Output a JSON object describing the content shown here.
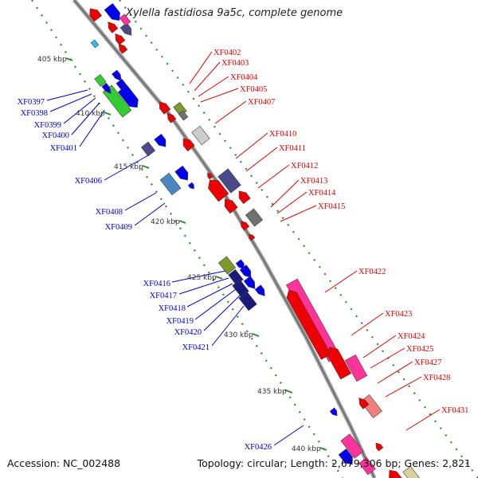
{
  "title": "Xylella fastidiosa 9a5c, complete genome",
  "accession": "Accession: NC_002488",
  "topology": "Topology: circular; Length: 2,679,306 bp; Genes: 2,821",
  "kbp_ticks": [
    "405 kbp",
    "410 kbp",
    "415 kbp",
    "420 kbp",
    "425 kbp",
    "430 kbp",
    "435 kbp",
    "440 kbp"
  ],
  "gene_labels_left": [
    "XF0397",
    "XF0398",
    "XF0399",
    "XF0400",
    "XF0401",
    "XF0406",
    "XF0408",
    "XF0409",
    "XF0416",
    "XF0417",
    "XF0418",
    "XF0419",
    "XF0420",
    "XF0421",
    "XF0426"
  ],
  "gene_labels_right": [
    "XF0402",
    "XF0403",
    "XF0404",
    "XF0405",
    "XF0407",
    "XF0410",
    "XF0411",
    "XF0412",
    "XF0413",
    "XF0414",
    "XF0415",
    "XF0422",
    "XF0423",
    "XF0424",
    "XF0425",
    "XF0427",
    "XF0428",
    "XF0431"
  ],
  "colors": {
    "backbone": "#9a9a9a",
    "forward_label": "#0000cc",
    "reverse_label": "#dd0000",
    "tick_dots": "#2e8b2e",
    "red": "#ee0000",
    "blue": "#0000ee",
    "navy": "#1a1a7a",
    "green": "#33cc33",
    "pink": "#ff3399",
    "salmon": "#f08080",
    "olive": "#7a9a2a",
    "steel": "#4a86c0",
    "grey": "#707070",
    "slate": "#4a4a8a"
  }
}
